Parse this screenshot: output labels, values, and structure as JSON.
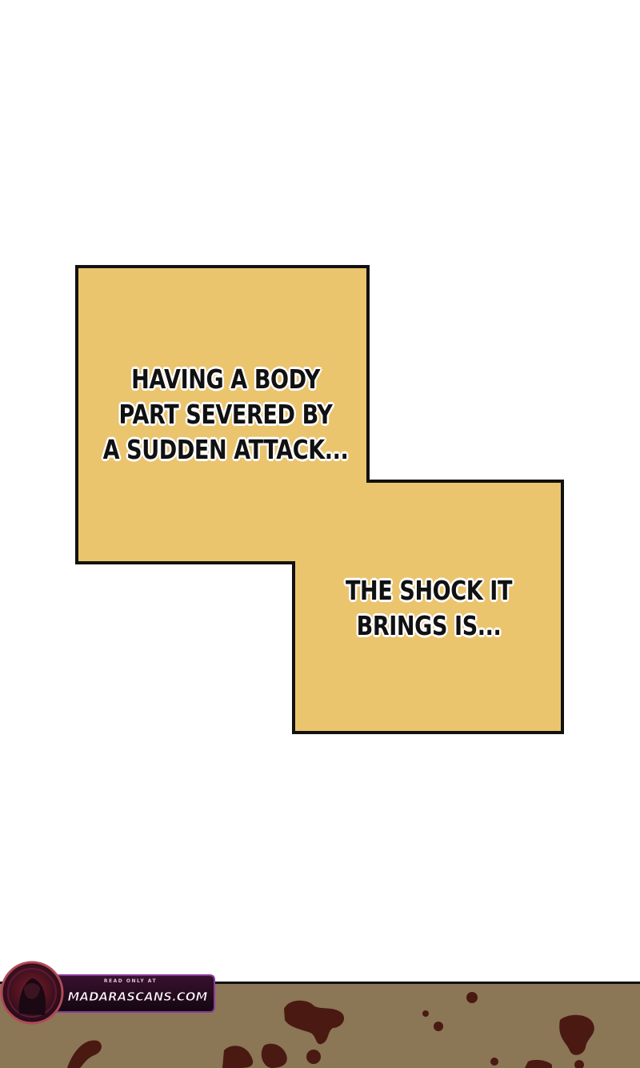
{
  "panels": {
    "fill_color": "#ebc46e",
    "border_color": "#111111"
  },
  "captions": {
    "first": {
      "lines": [
        "HAVING A BODY",
        "PART SEVERED BY",
        "A SUDDEN ATTACK..."
      ]
    },
    "second": {
      "lines": [
        "THE SHOCK IT",
        "BRINGS IS..."
      ]
    }
  },
  "next_panel": {
    "ground_color": "#8b7656",
    "splatter_color": "#4a1a12"
  },
  "watermark": {
    "tagline": "READ ONLY AT",
    "site": "MADARASCANS.COM"
  }
}
